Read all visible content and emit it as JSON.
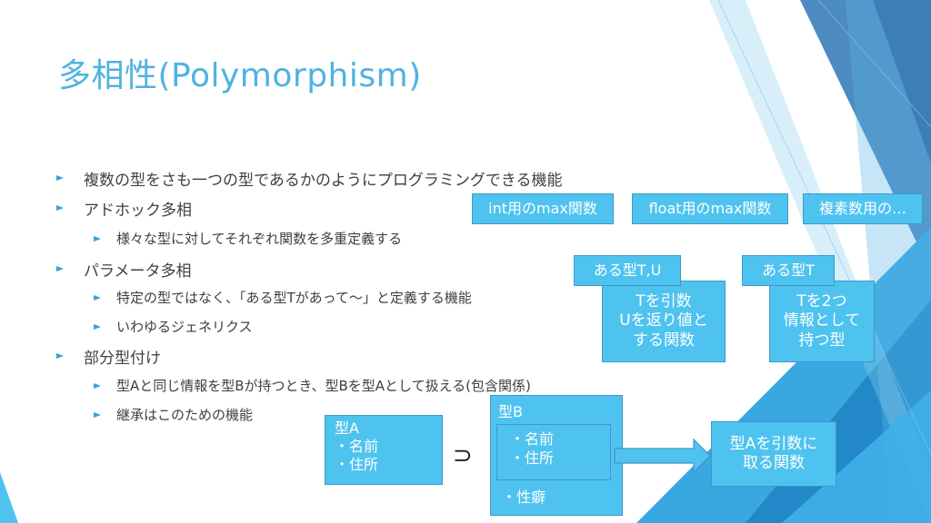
{
  "slide": {
    "title": "多相性(Polymorphism)"
  },
  "bullets": [
    {
      "text": "複数の型をさも一つの型であるかのようにプログラミングできる機能"
    },
    {
      "text": "アドホック多相"
    },
    {
      "text": "様々な型に対してそれぞれ関数を多重定義する"
    },
    {
      "text": "パラメータ多相"
    },
    {
      "text": "特定の型ではなく、「ある型Tがあって～」と定義する機能"
    },
    {
      "text": "いわゆるジェネリクス"
    },
    {
      "text": "部分型付け"
    },
    {
      "text": "型Aと同じ情報を型Bが持つとき、型Bを型Aとして扱える(包含関係)"
    },
    {
      "text": "継承はこのための機能"
    }
  ],
  "adhoc_boxes": [
    "int用のmax関数",
    "float用のmax関数",
    "複素数用の…"
  ],
  "param_boxes": {
    "tu_label": "ある型T,U",
    "tu_body": "Tを引数\nUを返り値と\nする関数",
    "t_label": "ある型T",
    "t_body": "Tを2つ\n情報として\n持つ型"
  },
  "subtype": {
    "type_a": "型A\n・名前\n・住所",
    "superset_symbol": "⊃",
    "type_b_label": "型B",
    "type_b_inner": "・名前\n・住所",
    "type_b_extra": "・性癖",
    "function_box": "型Aを引数に\n取る関数"
  },
  "colors": {
    "title": "#4fb3e0",
    "box_fill": "#4fc3ef",
    "box_border": "#3f97c8",
    "bullet_arrow": "#3a9fd4"
  }
}
